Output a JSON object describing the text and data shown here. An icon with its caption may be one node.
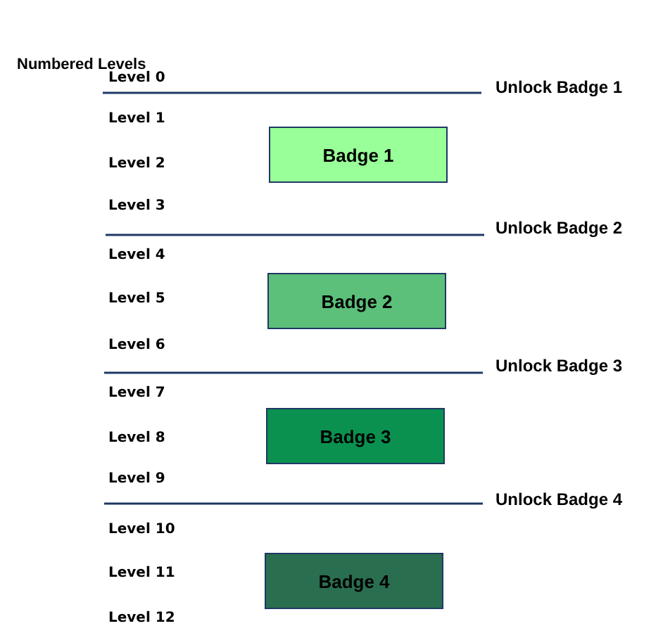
{
  "diagram": {
    "title": "Numbered Levels",
    "nodes": [
      {
        "text": [
          "Badge 1"
        ]
      },
      {
        "text": [
          "Badge 2"
        ]
      },
      {
        "text": [
          "Badge 3"
        ]
      },
      {
        "text": [
          "Badge 4"
        ]
      }
    ],
    "labels": [
      "Level 0",
      "Unlock Badge 1",
      "Level 1",
      "Level 2",
      "Level 3",
      "Unlock Badge 2",
      "Level 4",
      "Level 5",
      "Level 6",
      "Unlock Badge 3",
      "Level 7",
      "Level 8",
      "Level 9",
      "Unlock Badge 4",
      "Level 10",
      "Level 11",
      "Level 12"
    ]
  }
}
